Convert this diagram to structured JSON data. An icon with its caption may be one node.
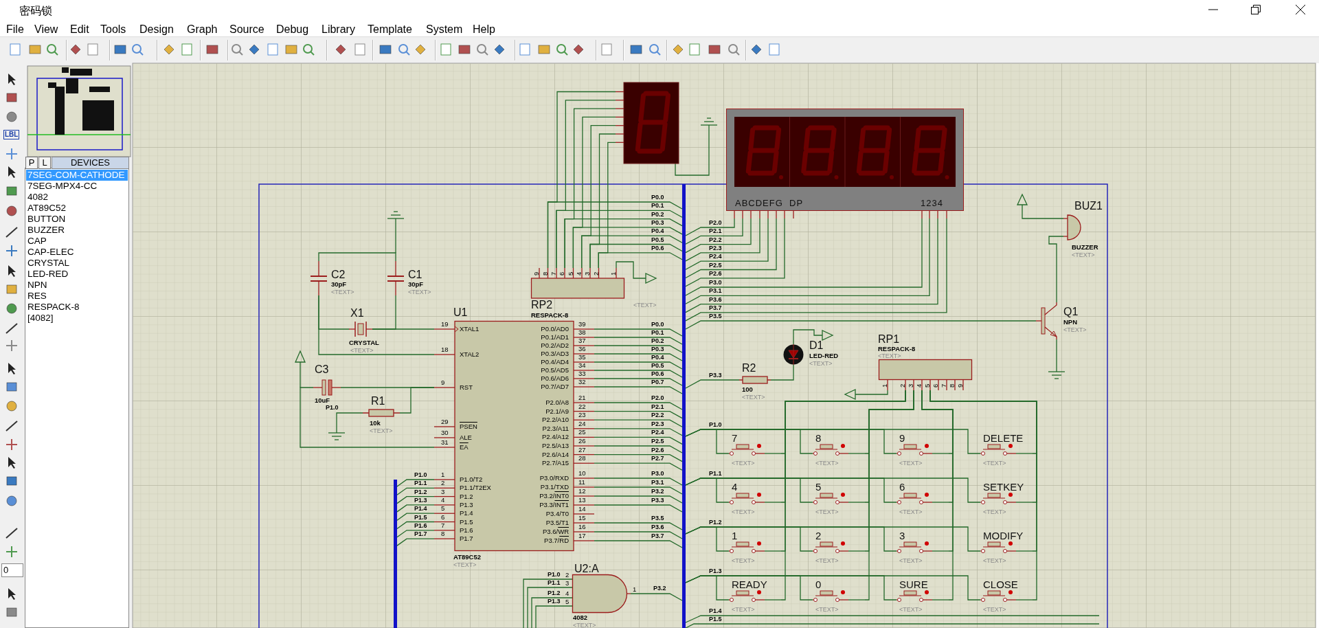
{
  "diagram": {
    "title": "密码锁",
    "nodes": [
      {
        "text": [],
        "shape": "display"
      },
      {
        "text": [
          "ABCDEFG",
          "DP",
          "1234"
        ]
      },
      {
        "text": [
          "RP2",
          "RESPACK-8",
          "<TEXT>"
        ],
        "beside": [
          "9",
          "8",
          "7",
          "6",
          "5",
          "4",
          "3",
          "2",
          "1"
        ]
      },
      {
        "text": [
          "U1",
          "XTAL1",
          "XTAL2",
          "RST",
          "PSEN",
          "ALE",
          "EA",
          "P1.0/T2",
          "P1.1/T2EX",
          "P1.2",
          "P1.3",
          "P1.4",
          "P1.5",
          "P1.6",
          "P1.7",
          "P0.0/AD0",
          "P0.1/AD1",
          "P0.2/AD2",
          "P0.3/AD3",
          "P0.4/AD4",
          "P0.5/AD5",
          "P0.6/AD6",
          "P0.7/AD7",
          "P2.0/A8",
          "P2.1/A9",
          "P2.2/A10",
          "P2.3/A11",
          "P2.4/A12",
          "P2.5/A13",
          "P2.6/A14",
          "P2.7/A15",
          "P3.0/RXD",
          "P3.1/TXD",
          "P3.2/INT0",
          "P3.3/INT1",
          "P3.4/T0",
          "P3.5/T1",
          "P3.6/WR",
          "P3.7/RD"
        ],
        "beside": [
          "AT89C52",
          "<TEXT>",
          "19",
          "18",
          "9",
          "29",
          "30",
          "31",
          "1",
          "2",
          "3",
          "4",
          "5",
          "6",
          "7",
          "8",
          "39",
          "38",
          "37",
          "36",
          "35",
          "34",
          "33",
          "32",
          "21",
          "22",
          "23",
          "24",
          "25",
          "26",
          "27",
          "28",
          "10",
          "11",
          "12",
          "13",
          "14",
          "15",
          "16",
          "17"
        ]
      },
      {
        "text": [
          "C2",
          "30pF",
          "<TEXT>"
        ]
      },
      {
        "text": [
          "C1",
          "30pF",
          "<TEXT>"
        ]
      },
      {
        "text": [
          "X1"
        ],
        "beside": [
          "CRYSTAL",
          "<TEXT>"
        ]
      },
      {
        "text": [
          "C3"
        ],
        "beside": [
          "10uF"
        ]
      },
      {
        "text": [
          "R1"
        ],
        "beside": [
          "10k",
          "<TEXT>"
        ]
      },
      {
        "text": [
          "D1"
        ],
        "beside": [
          "LED-RED",
          "<TEXT>"
        ]
      },
      {
        "text": [
          "R2"
        ],
        "beside": [
          "100",
          "<TEXT>"
        ]
      },
      {
        "text": [
          "RP1"
        ],
        "beside": [
          "RESPACK-8",
          "<TEXT>",
          "1",
          "2",
          "3",
          "4",
          "5",
          "6",
          "7",
          "8",
          "9"
        ]
      },
      {
        "text": [
          "Q1",
          "NPN",
          "<TEXT>"
        ]
      },
      {
        "text": [
          "BUZ1"
        ],
        "beside": [
          "BUZZER",
          "<TEXT>"
        ]
      },
      {
        "text": [
          "U2:A"
        ],
        "beside": [
          "4082",
          "<TEXT>",
          "2",
          "3",
          "4",
          "5",
          "1"
        ]
      },
      {
        "text": [
          "7"
        ],
        "beside": [
          "<TEXT>"
        ]
      },
      {
        "text": [
          "8"
        ],
        "beside": [
          "<TEXT>"
        ]
      },
      {
        "text": [
          "9"
        ],
        "beside": [
          "<TEXT>"
        ]
      },
      {
        "text": [
          "DELETE"
        ],
        "beside": [
          "<TEXT>"
        ]
      },
      {
        "text": [
          "4"
        ],
        "beside": [
          "<TEXT>"
        ]
      },
      {
        "text": [
          "5"
        ],
        "beside": [
          "<TEXT>"
        ]
      },
      {
        "text": [
          "6"
        ],
        "beside": [
          "<TEXT>"
        ]
      },
      {
        "text": [
          "SETKEY"
        ],
        "beside": [
          "<TEXT>"
        ]
      },
      {
        "text": [
          "1"
        ],
        "beside": [
          "<TEXT>"
        ]
      },
      {
        "text": [
          "2"
        ],
        "beside": [
          "<TEXT>"
        ]
      },
      {
        "text": [
          "3"
        ],
        "beside": [
          "<TEXT>"
        ]
      },
      {
        "text": [
          "MODIFY"
        ],
        "beside": [
          "<TEXT>"
        ]
      },
      {
        "text": [
          "READY"
        ],
        "beside": [
          "<TEXT>"
        ]
      },
      {
        "text": [
          "0"
        ],
        "beside": [
          "<TEXT>"
        ]
      },
      {
        "text": [
          "SURE"
        ],
        "beside": [
          "<TEXT>"
        ]
      },
      {
        "text": [
          "CLOSE"
        ],
        "beside": [
          "<TEXT>"
        ]
      },
      {
        "text": [],
        "shape": "bar"
      },
      {
        "text": [],
        "shape": "bar"
      }
    ],
    "edges": [
      {
        "from": 0,
        "to": 2,
        "arrow": "none"
      },
      {
        "from": 0,
        "to": 2,
        "arrow": "none"
      },
      {
        "from": 0,
        "to": 2,
        "arrow": "none"
      },
      {
        "from": 0,
        "to": 2,
        "arrow": "none"
      },
      {
        "from": 0,
        "to": 2,
        "arrow": "none"
      },
      {
        "from": 0,
        "to": 2,
        "arrow": "none"
      },
      {
        "from": 0,
        "to": 2,
        "arrow": "none"
      },
      {
        "from": 2,
        "to": 31,
        "arrow": "none",
        "label": "P0.0"
      },
      {
        "from": 2,
        "to": 31,
        "arrow": "none",
        "label": "P0.1"
      },
      {
        "from": 2,
        "to": 31,
        "arrow": "none",
        "label": "P0.2"
      },
      {
        "from": 2,
        "to": 31,
        "arrow": "none",
        "label": "P0.3"
      },
      {
        "from": 2,
        "to": 31,
        "arrow": "none",
        "label": "P0.4"
      },
      {
        "from": 2,
        "to": 31,
        "arrow": "none",
        "label": "P0.5"
      },
      {
        "from": 2,
        "to": 31,
        "arrow": "none",
        "label": "P0.6"
      },
      {
        "from": 3,
        "to": 31,
        "arrow": "none",
        "label": "P0.0"
      },
      {
        "from": 3,
        "to": 31,
        "arrow": "none",
        "label": "P0.1"
      },
      {
        "from": 3,
        "to": 31,
        "arrow": "none",
        "label": "P0.2"
      },
      {
        "from": 3,
        "to": 31,
        "arrow": "none",
        "label": "P0.3"
      },
      {
        "from": 3,
        "to": 31,
        "arrow": "none",
        "label": "P0.4"
      },
      {
        "from": 3,
        "to": 31,
        "arrow": "none",
        "label": "P0.5"
      },
      {
        "from": 3,
        "to": 31,
        "arrow": "none",
        "label": "P0.6"
      },
      {
        "from": 3,
        "to": 31,
        "arrow": "none",
        "label": "P0.7"
      },
      {
        "from": 3,
        "to": 31,
        "arrow": "none",
        "label": "P2.0"
      },
      {
        "from": 3,
        "to": 31,
        "arrow": "none",
        "label": "P2.1"
      },
      {
        "from": 3,
        "to": 31,
        "arrow": "none",
        "label": "P2.2"
      },
      {
        "from": 3,
        "to": 31,
        "arrow": "none",
        "label": "P2.3"
      },
      {
        "from": 3,
        "to": 31,
        "arrow": "none",
        "label": "P2.4"
      },
      {
        "from": 3,
        "to": 31,
        "arrow": "none",
        "label": "P2.5"
      },
      {
        "from": 3,
        "to": 31,
        "arrow": "none",
        "label": "P2.6"
      },
      {
        "from": 3,
        "to": 31,
        "arrow": "none",
        "label": "P2.7"
      },
      {
        "from": 3,
        "to": 31,
        "arrow": "none",
        "label": "P3.0"
      },
      {
        "from": 3,
        "to": 31,
        "arrow": "none",
        "label": "P3.1"
      },
      {
        "from": 3,
        "to": 31,
        "arrow": "none",
        "label": "P3.2"
      },
      {
        "from": 3,
        "to": 31,
        "arrow": "none",
        "label": "P3.3"
      },
      {
        "from": 3,
        "to": 31,
        "arrow": "none",
        "label": "P3.5"
      },
      {
        "from": 3,
        "to": 31,
        "arrow": "none",
        "label": "P3.6"
      },
      {
        "from": 3,
        "to": 31,
        "arrow": "none",
        "label": "P3.7"
      },
      {
        "from": 3,
        "to": 32,
        "arrow": "none",
        "label": "P1.0"
      },
      {
        "from": 3,
        "to": 32,
        "arrow": "none",
        "label": "P1.1"
      },
      {
        "from": 3,
        "to": 32,
        "arrow": "none",
        "label": "P1.2"
      },
      {
        "from": 3,
        "to": 32,
        "arrow": "none",
        "label": "P1.3"
      },
      {
        "from": 3,
        "to": 32,
        "arrow": "none",
        "label": "P1.4"
      },
      {
        "from": 3,
        "to": 32,
        "arrow": "none",
        "label": "P1.5"
      },
      {
        "from": 3,
        "to": 32,
        "arrow": "none",
        "label": "P1.6"
      },
      {
        "from": 3,
        "to": 32,
        "arrow": "none",
        "label": "P1.7"
      },
      {
        "from": 1,
        "to": 31,
        "arrow": "none",
        "label": "P2.0"
      },
      {
        "from": 1,
        "to": 31,
        "arrow": "none",
        "label": "P2.1"
      },
      {
        "from": 1,
        "to": 31,
        "arrow": "none",
        "label": "P2.2"
      },
      {
        "from": 1,
        "to": 31,
        "arrow": "none",
        "label": "P2.3"
      },
      {
        "from": 1,
        "to": 31,
        "arrow": "none",
        "label": "P2.4"
      },
      {
        "from": 1,
        "to": 31,
        "arrow": "none",
        "label": "P2.5"
      },
      {
        "from": 1,
        "to": 31,
        "arrow": "none",
        "label": "P2.6"
      },
      {
        "from": 1,
        "to": 31,
        "arrow": "none",
        "label": "P3.0"
      },
      {
        "from": 1,
        "to": 31,
        "arrow": "none",
        "label": "P3.1"
      },
      {
        "from": 1,
        "to": 31,
        "arrow": "none",
        "label": "P3.6"
      },
      {
        "from": 1,
        "to": 31,
        "arrow": "none",
        "label": "P3.7"
      },
      {
        "from": 12,
        "to": 31,
        "arrow": "none",
        "label": "P3.5"
      },
      {
        "from": 9,
        "to": 10,
        "arrow": "none"
      },
      {
        "from": 10,
        "to": 31,
        "arrow": "none",
        "label": "P3.3"
      },
      {
        "from": 12,
        "to": 13,
        "arrow": "none"
      },
      {
        "from": 14,
        "to": 31,
        "arrow": "none",
        "label": "P3.2"
      },
      {
        "from": null,
        "to": 14,
        "arrow": "none",
        "label": "P1.0"
      },
      {
        "from": null,
        "to": 14,
        "arrow": "none",
        "label": "P1.1"
      },
      {
        "from": null,
        "to": 14,
        "arrow": "none",
        "label": "P1.2"
      },
      {
        "from": null,
        "to": 14,
        "arrow": "none",
        "label": "P1.3"
      },
      {
        "from": 6,
        "to": 3,
        "arrow": "none"
      },
      {
        "from": 5,
        "to": 6,
        "arrow": "none"
      },
      {
        "from": 4,
        "to": 6,
        "arrow": "none"
      },
      {
        "from": 4,
        "to": 3,
        "arrow": "none"
      },
      {
        "from": 4,
        "to": 5,
        "arrow": "none"
      },
      {
        "from": 7,
        "to": 3,
        "arrow": "none"
      },
      {
        "from": 8,
        "to": 3,
        "arrow": "none"
      },
      {
        "from": 7,
        "to": 3,
        "arrow": "none"
      },
      {
        "from": 31,
        "to": 15,
        "arrow": "none",
        "label": "P1.0"
      },
      {
        "from": 31,
        "to": 16,
        "arrow": "none"
      },
      {
        "from": 31,
        "to": 17,
        "arrow": "none"
      },
      {
        "from": 31,
        "to": 18,
        "arrow": "none"
      },
      {
        "from": 31,
        "to": 19,
        "arrow": "none",
        "label": "P1.1"
      },
      {
        "from": 31,
        "to": 20,
        "arrow": "none"
      },
      {
        "from": 31,
        "to": 21,
        "arrow": "none"
      },
      {
        "from": 31,
        "to": 22,
        "arrow": "none"
      },
      {
        "from": 31,
        "to": 23,
        "arrow": "none",
        "label": "P1.2"
      },
      {
        "from": 31,
        "to": 24,
        "arrow": "none"
      },
      {
        "from": 31,
        "to": 25,
        "arrow": "none"
      },
      {
        "from": 31,
        "to": 26,
        "arrow": "none"
      },
      {
        "from": 31,
        "to": 27,
        "arrow": "none",
        "label": "P1.3"
      },
      {
        "from": 31,
        "to": 28,
        "arrow": "none"
      },
      {
        "from": 31,
        "to": 29,
        "arrow": "none"
      },
      {
        "from": 31,
        "to": 30,
        "arrow": "none"
      },
      {
        "from": 11,
        "to": 15,
        "arrow": "none"
      },
      {
        "from": 11,
        "to": 19,
        "arrow": "none"
      },
      {
        "from": 11,
        "to": 23,
        "arrow": "none"
      },
      {
        "from": 11,
        "to": 27,
        "arrow": "none"
      },
      {
        "from": 11,
        "to": 16,
        "arrow": "none"
      },
      {
        "from": 11,
        "to": 20,
        "arrow": "none"
      },
      {
        "from": 11,
        "to": 24,
        "arrow": "none"
      },
      {
        "from": 11,
        "to": 28,
        "arrow": "none"
      },
      {
        "from": 11,
        "to": 17,
        "arrow": "none"
      },
      {
        "from": 11,
        "to": 21,
        "arrow": "none"
      },
      {
        "from": 11,
        "to": 25,
        "arrow": "none"
      },
      {
        "from": 11,
        "to": 29,
        "arrow": "none"
      },
      {
        "from": 11,
        "to": 18,
        "arrow": "none"
      },
      {
        "from": 11,
        "to": 22,
        "arrow": "none"
      },
      {
        "from": 11,
        "to": 26,
        "arrow": "none"
      },
      {
        "from": 11,
        "to": 30,
        "arrow": "none"
      },
      {
        "from": 31,
        "to": null,
        "arrow": "none",
        "label": "P1.4"
      },
      {
        "from": 31,
        "to": null,
        "arrow": "none",
        "label": "P1.5"
      }
    ],
    "labels": [
      "File",
      "View",
      "Edit",
      "Tools",
      "Design",
      "Graph",
      "Source",
      "Debug",
      "Library",
      "Template",
      "System",
      "Help",
      "LBL",
      "P",
      "L",
      "DEVICES",
      "7SEG-COM-CATHODE",
      "7SEG-MPX4-CC",
      "4082",
      "AT89C52",
      "BUTTON",
      "BUZZER",
      "CAP",
      "CAP-ELEC",
      "CRYSTAL",
      "LED-RED",
      "NPN",
      "RES",
      "RESPACK-8",
      "[4082]",
      "0",
      "P1.0"
    ]
  }
}
